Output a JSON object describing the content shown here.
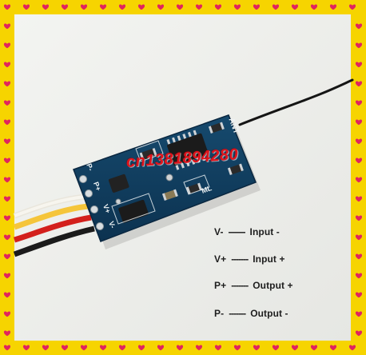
{
  "image": {
    "border_color": "#f6d400",
    "heart_color": "#e0245e",
    "background_color": "#f1f2ef",
    "pcb_color": "#0f3a5a",
    "watermark_color": "#e0121a"
  },
  "watermark": {
    "text": "cn1381894280"
  },
  "board": {
    "silkscreen": {
      "ant": "ANT",
      "ml": "ML",
      "p_minus": "P-",
      "p_plus": "P+",
      "v_plus": "V+",
      "v_minus": "V-"
    }
  },
  "wires": [
    {
      "name": "white",
      "color": "#f2efe6"
    },
    {
      "name": "yellow",
      "color": "#f5c53a"
    },
    {
      "name": "red",
      "color": "#d3201c"
    },
    {
      "name": "black",
      "color": "#1b1b1b"
    }
  ],
  "legend": [
    {
      "pin": "V-",
      "dash": "-------",
      "label": "Input -"
    },
    {
      "pin": "V+",
      "dash": "-------",
      "label": "Input +"
    },
    {
      "pin": "P+",
      "dash": "-------",
      "label": "Output +"
    },
    {
      "pin": "P-",
      "dash": "-------",
      "label": "Output -"
    }
  ]
}
